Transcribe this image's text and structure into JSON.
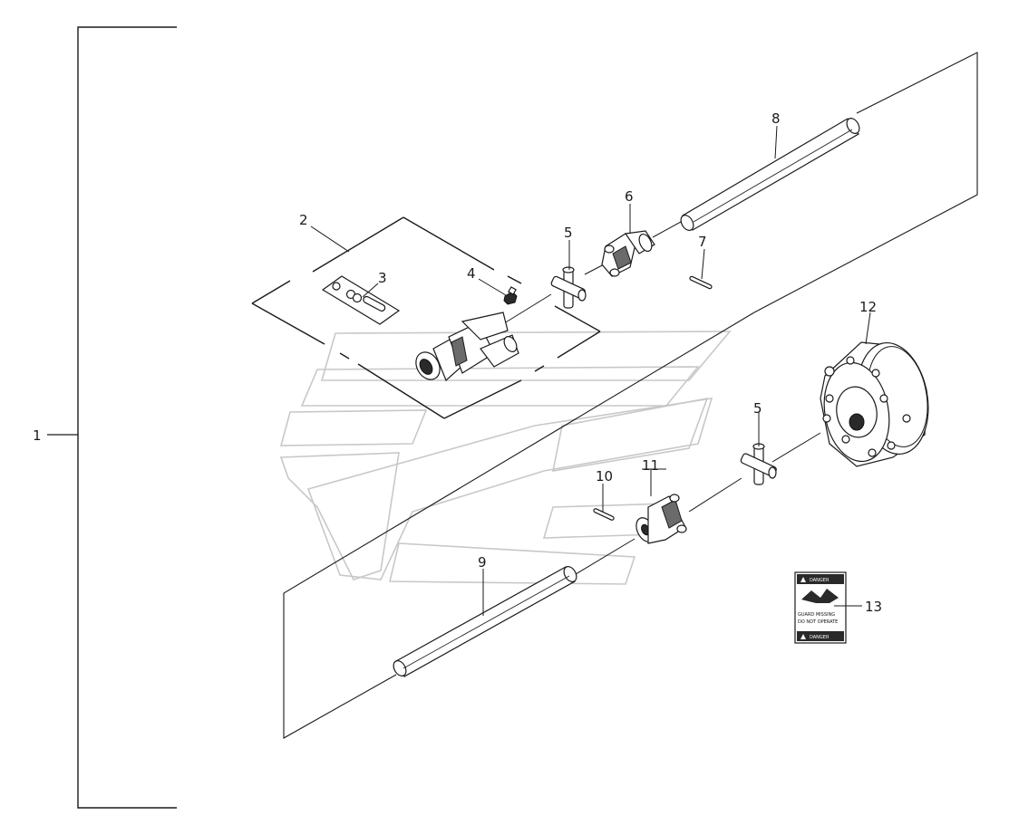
{
  "callouts": {
    "c1": "1",
    "c2": "2",
    "c3": "3",
    "c4": "4",
    "c5a": "5",
    "c5b": "5",
    "c6": "6",
    "c7": "7",
    "c8": "8",
    "c9": "9",
    "c10": "10",
    "c11": "11",
    "c12": "12",
    "c13": "13"
  },
  "warning_decal": {
    "header_top": "DANGER",
    "body_line_1": "GUARD MISSING",
    "body_line_2": "DO NOT OPERATE",
    "header_bottom": "DANGER"
  },
  "colors": {
    "line": "#1a1a1a",
    "watermark": "#c8c8c8",
    "background": "#ffffff"
  }
}
